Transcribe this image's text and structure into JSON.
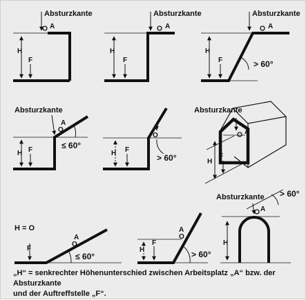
{
  "labels": {
    "edge": "Absturzkante",
    "A": "A",
    "O": "O",
    "H": "H",
    "F": "F",
    "le60": "≤ 60°",
    "gt60": "> 60°",
    "h0": "H = O"
  },
  "caption": {
    "line1": "„H“ = senkrechter Höhenunterschied zwischen Arbeitsplatz „A“ bzw. der Absturzkante",
    "line2": "und der Auftreffstelle „F“."
  },
  "colors": {
    "background": "#ececec",
    "stroke": "#111111"
  }
}
